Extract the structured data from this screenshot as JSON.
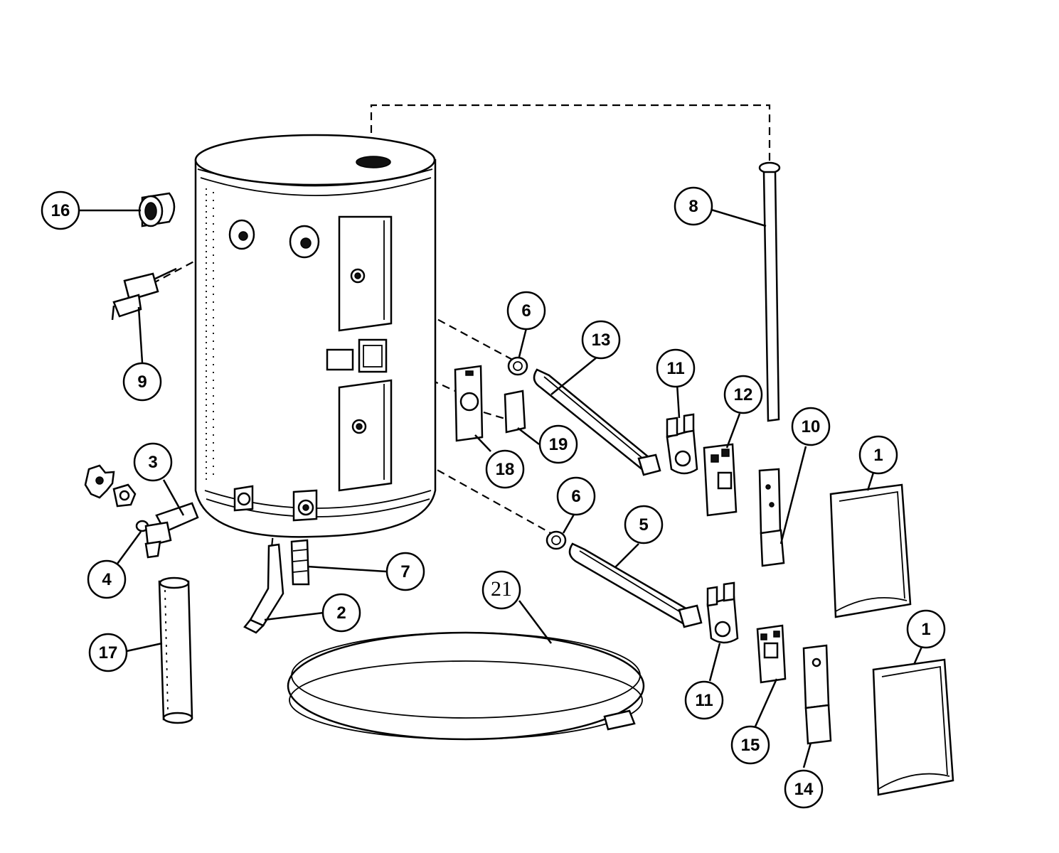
{
  "diagram": {
    "callouts": [
      {
        "id": "c16",
        "label": "16"
      },
      {
        "id": "c9",
        "label": "9"
      },
      {
        "id": "c3",
        "label": "3"
      },
      {
        "id": "c4",
        "label": "4"
      },
      {
        "id": "c17",
        "label": "17"
      },
      {
        "id": "c2",
        "label": "2"
      },
      {
        "id": "c7",
        "label": "7"
      },
      {
        "id": "c21",
        "label": "21"
      },
      {
        "id": "c6a",
        "label": "6"
      },
      {
        "id": "c13",
        "label": "13"
      },
      {
        "id": "c18",
        "label": "18"
      },
      {
        "id": "c19",
        "label": "19"
      },
      {
        "id": "c11a",
        "label": "11"
      },
      {
        "id": "c12",
        "label": "12"
      },
      {
        "id": "c8",
        "label": "8"
      },
      {
        "id": "c10",
        "label": "10"
      },
      {
        "id": "c1a",
        "label": "1"
      },
      {
        "id": "c6b",
        "label": "6"
      },
      {
        "id": "c5",
        "label": "5"
      },
      {
        "id": "c11b",
        "label": "11"
      },
      {
        "id": "c15",
        "label": "15"
      },
      {
        "id": "c14",
        "label": "14"
      },
      {
        "id": "c1b",
        "label": "1"
      }
    ]
  }
}
